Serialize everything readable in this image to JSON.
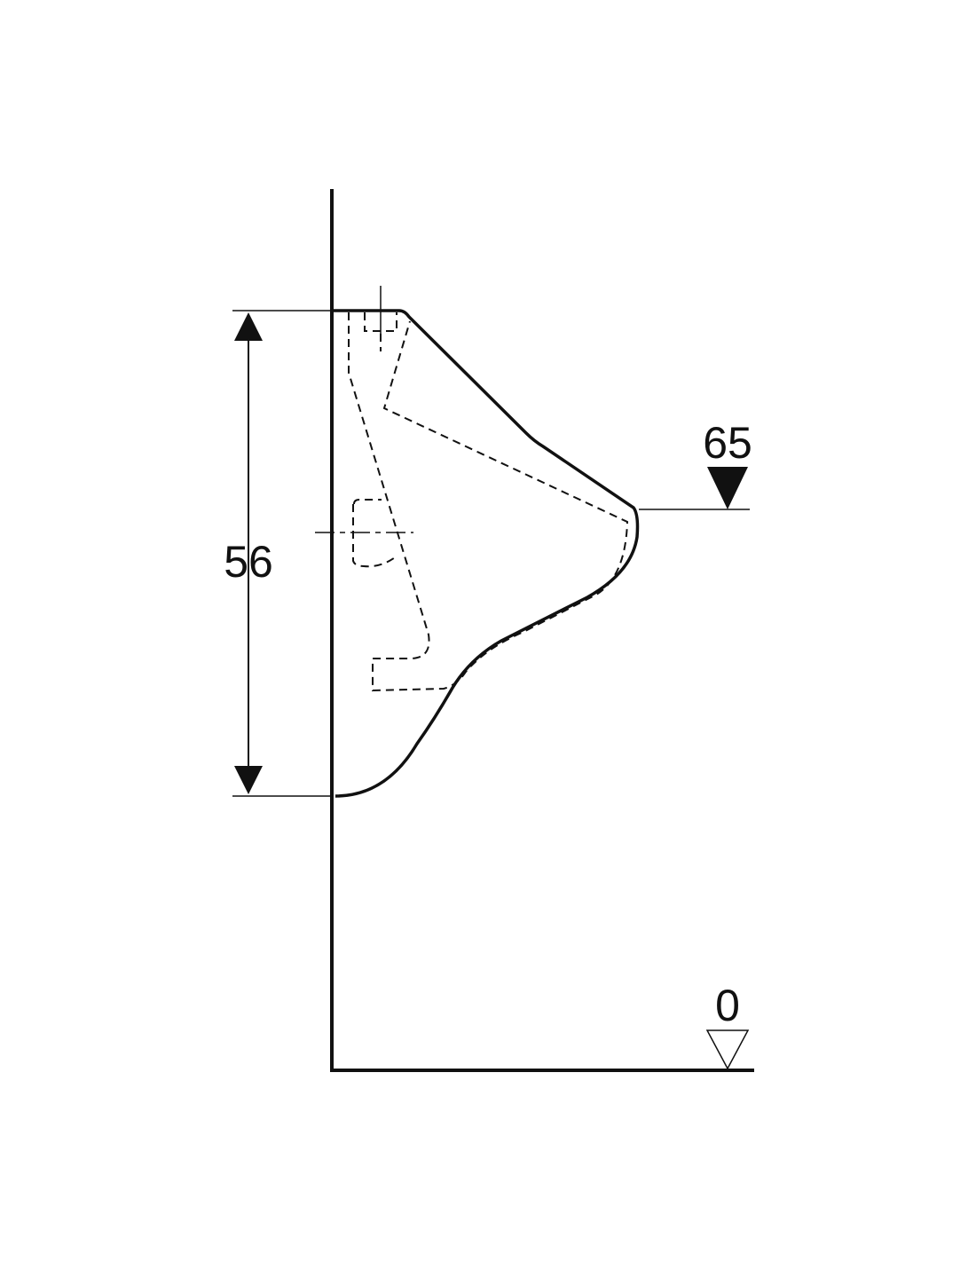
{
  "diagram": {
    "height_dimension": "56",
    "rim_height_level": "65",
    "floor_level": "0"
  },
  "colors": {
    "line": "#111111",
    "background": "#ffffff"
  }
}
